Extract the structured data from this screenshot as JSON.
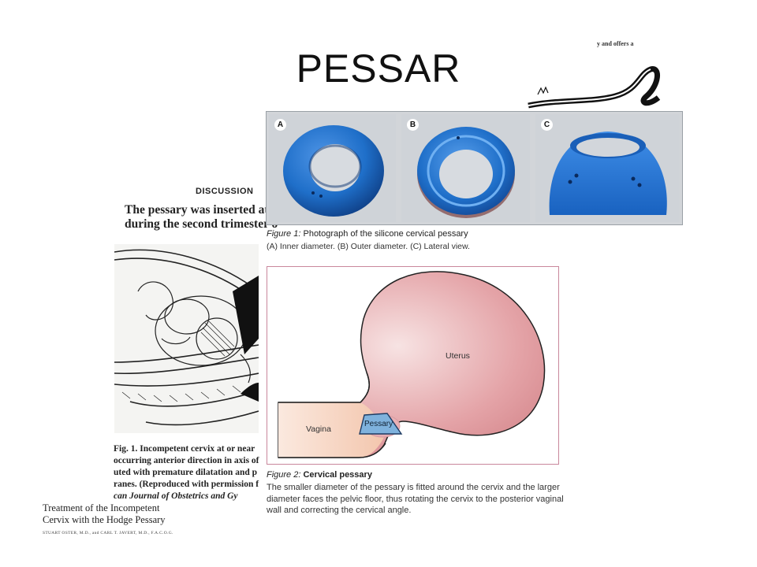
{
  "slide": {
    "title": "PESSAR"
  },
  "scan_article": {
    "section_heading": "DISCUSSION",
    "body_lines": [
      "The pessary was inserted at",
      "during the second trimester o"
    ],
    "figure_caption_lines": [
      "Fig. 1. Incompetent cervix at or near",
      "occurring anterior direction in axis of",
      "uted with premature dilatation and p",
      "ranes. (Reproduced with permission f",
      "can Journal of Obstetrics and Gy"
    ],
    "paper_title_lines": [
      "Treatment of the Incompetent",
      "Cervix with the Hodge Pessary"
    ],
    "authors": "STUART OSTER, M.D., and CARL T. JAVERT, M.D., F.A.C.O.G.",
    "corner_fragment": "y and offers a"
  },
  "figure1": {
    "panel_labels": [
      "A",
      "B",
      "C"
    ],
    "caption_label": "Figure 1:",
    "caption_title": "Photograph of the silicone cervical pessary",
    "caption_text": "(A) Inner diameter. (B) Outer diameter. (C) Lateral view."
  },
  "figure2": {
    "labels": {
      "uterus": "Uterus",
      "vagina": "Vagina",
      "pessary": "Pessary"
    },
    "caption_label": "Figure 2:",
    "caption_title": "Cervical pessary",
    "caption_lines": [
      "The smaller diameter of the pessary is fitted around the cervix and the larger",
      "diameter faces the pelvic floor, thus rotating the cervix to the posterior vaginal",
      "wall and correcting the cervical angle."
    ]
  },
  "colors": {
    "pessary_blue": "#1f6fc9",
    "uterus_pink": "#e4a3a7",
    "vagina_peach": "#f6d2bd",
    "frame_pink": "#c9879c",
    "pessary_label_blue": "#7fb2dd"
  }
}
